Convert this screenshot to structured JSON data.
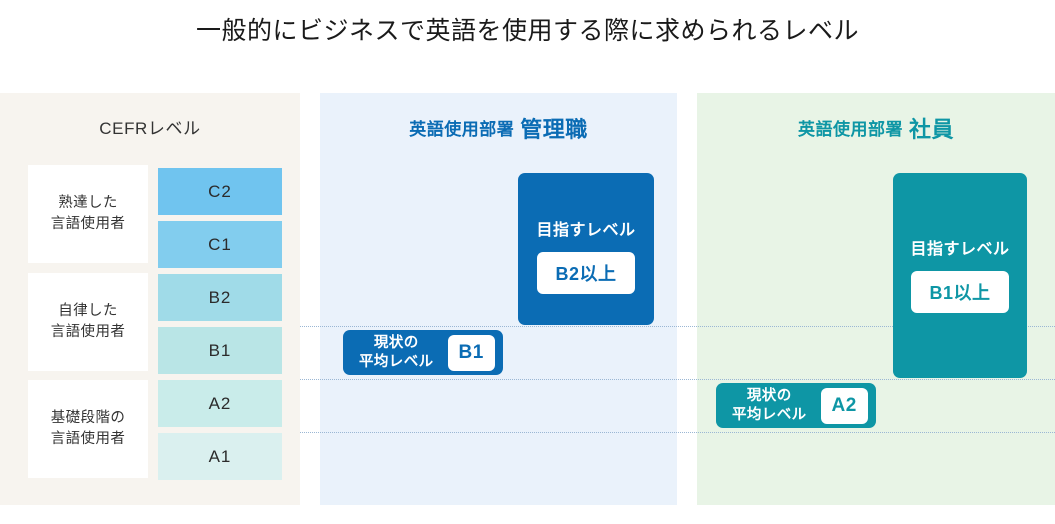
{
  "title": "一般的にビジネスで英語を使用する際に求められるレベル",
  "panels": {
    "cefr": {
      "heading": "CEFRレベル",
      "groups": [
        {
          "line1": "熟達した",
          "line2": "言語使用者"
        },
        {
          "line1": "自律した",
          "line2": "言語使用者"
        },
        {
          "line1": "基礎段階の",
          "line2": "言語使用者"
        }
      ],
      "levels": [
        {
          "label": "C2",
          "color": "#70c4ef"
        },
        {
          "label": "C1",
          "color": "#82cdee"
        },
        {
          "label": "B2",
          "color": "#a0dbe8"
        },
        {
          "label": "B1",
          "color": "#b9e5e6"
        },
        {
          "label": "A2",
          "color": "#c9ecea"
        },
        {
          "label": "A1",
          "color": "#daf0ef"
        }
      ]
    },
    "manager": {
      "heading_dept": "英語使用部署",
      "heading_role": "管理職",
      "accent": "#0b6cb4",
      "background": "#eaf2fb",
      "goal": {
        "label": "目指すレベル",
        "value": "B2以上"
      },
      "current": {
        "line1": "現状の",
        "line2": "平均レベル",
        "value": "B1"
      }
    },
    "staff": {
      "heading_dept": "英語使用部署",
      "heading_role": "社員",
      "accent": "#0e96a5",
      "background": "#e8f4e6",
      "goal": {
        "label": "目指すレベル",
        "value": "B1以上"
      },
      "current": {
        "line1": "現状の",
        "line2": "平均レベル",
        "value": "A2"
      }
    }
  },
  "chart_data": {
    "type": "bar",
    "title": "一般的にビジネスで英語を使用する際に求められるレベル",
    "xlabel": "",
    "ylabel": "CEFRレベル",
    "categories": [
      "英語使用部署 管理職",
      "英語使用部署 社員"
    ],
    "y_tick_labels": [
      "A1",
      "A2",
      "B1",
      "B2",
      "C1",
      "C2"
    ],
    "series": [
      {
        "name": "目指すレベル",
        "values": [
          "B2以上",
          "B1以上"
        ]
      },
      {
        "name": "現状の平均レベル",
        "values": [
          "B1",
          "A2"
        ]
      }
    ],
    "gridlines": [
      "B2",
      "B1",
      "A2"
    ],
    "legend": "none"
  }
}
